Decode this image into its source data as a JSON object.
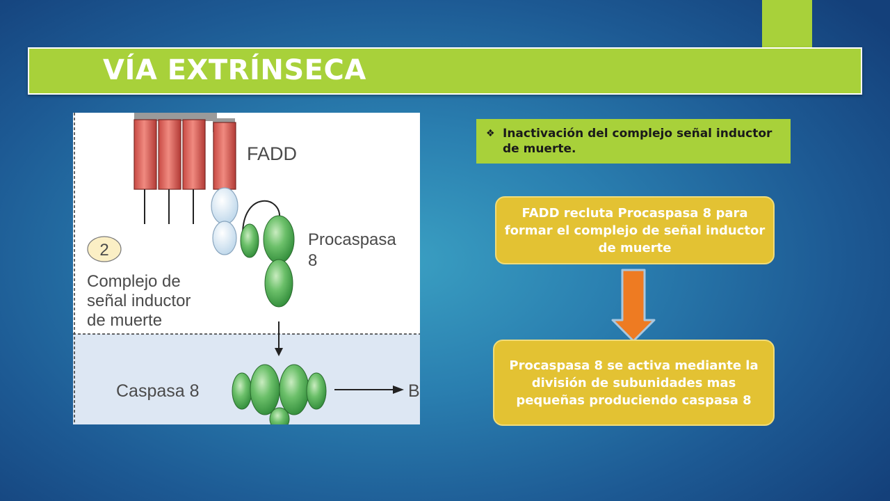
{
  "slide": {
    "title": "VÍA EXTRÍNSECA",
    "bullet": "Inactivación del complejo señal inductor de muerte.",
    "box1": "FADD recluta Procaspasa 8 para formar el complejo de señal inductor de muerte",
    "box2": "Procaspasa 8 se activa mediante la división de subunidades mas pequeñas produciendo caspasa 8"
  },
  "figure": {
    "fadd_label": "FADD",
    "procaspasa_label": "Procaspasa",
    "procaspasa_num": "8",
    "step_number": "2",
    "complex_line1": "Complejo de",
    "complex_line2": "señal inductor",
    "complex_line3": "de muerte",
    "caspasa_label": "Caspasa 8",
    "cut_letter": "B"
  },
  "colors": {
    "title_green": "#a8d13a",
    "box_yellow": "#e3c233",
    "arrow_orange": "#ee7b22"
  }
}
